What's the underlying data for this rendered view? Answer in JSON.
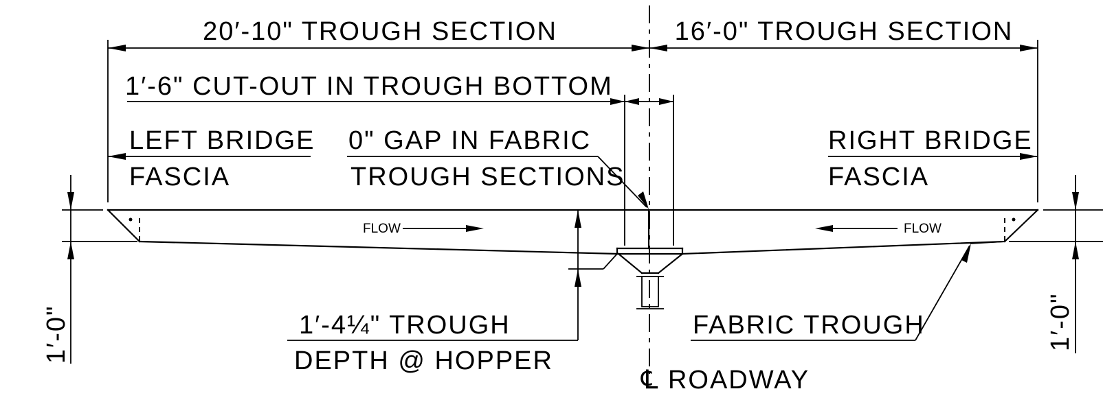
{
  "labels": {
    "left_section": "20′-10\" TROUGH SECTION",
    "right_section": "16′-0\" TROUGH SECTION",
    "cutout": "1′-6\" CUT-OUT IN TROUGH BOTTOM",
    "left_fascia_1": "LEFT BRIDGE",
    "left_fascia_2": "FASCIA",
    "gap_1": "0\" GAP IN FABRIC",
    "gap_2": "TROUGH SECTIONS",
    "right_fascia_1": "RIGHT BRIDGE",
    "right_fascia_2": "FASCIA",
    "flow_left": "FLOW",
    "flow_right": "FLOW",
    "depth_1": "1′-4¼\" TROUGH",
    "depth_2": "DEPTH @ HOPPER",
    "fabric": "FABRIC TROUGH",
    "centerline": "℄ ROADWAY",
    "left_height": "1′-0\"",
    "right_height": "1′-0\""
  }
}
